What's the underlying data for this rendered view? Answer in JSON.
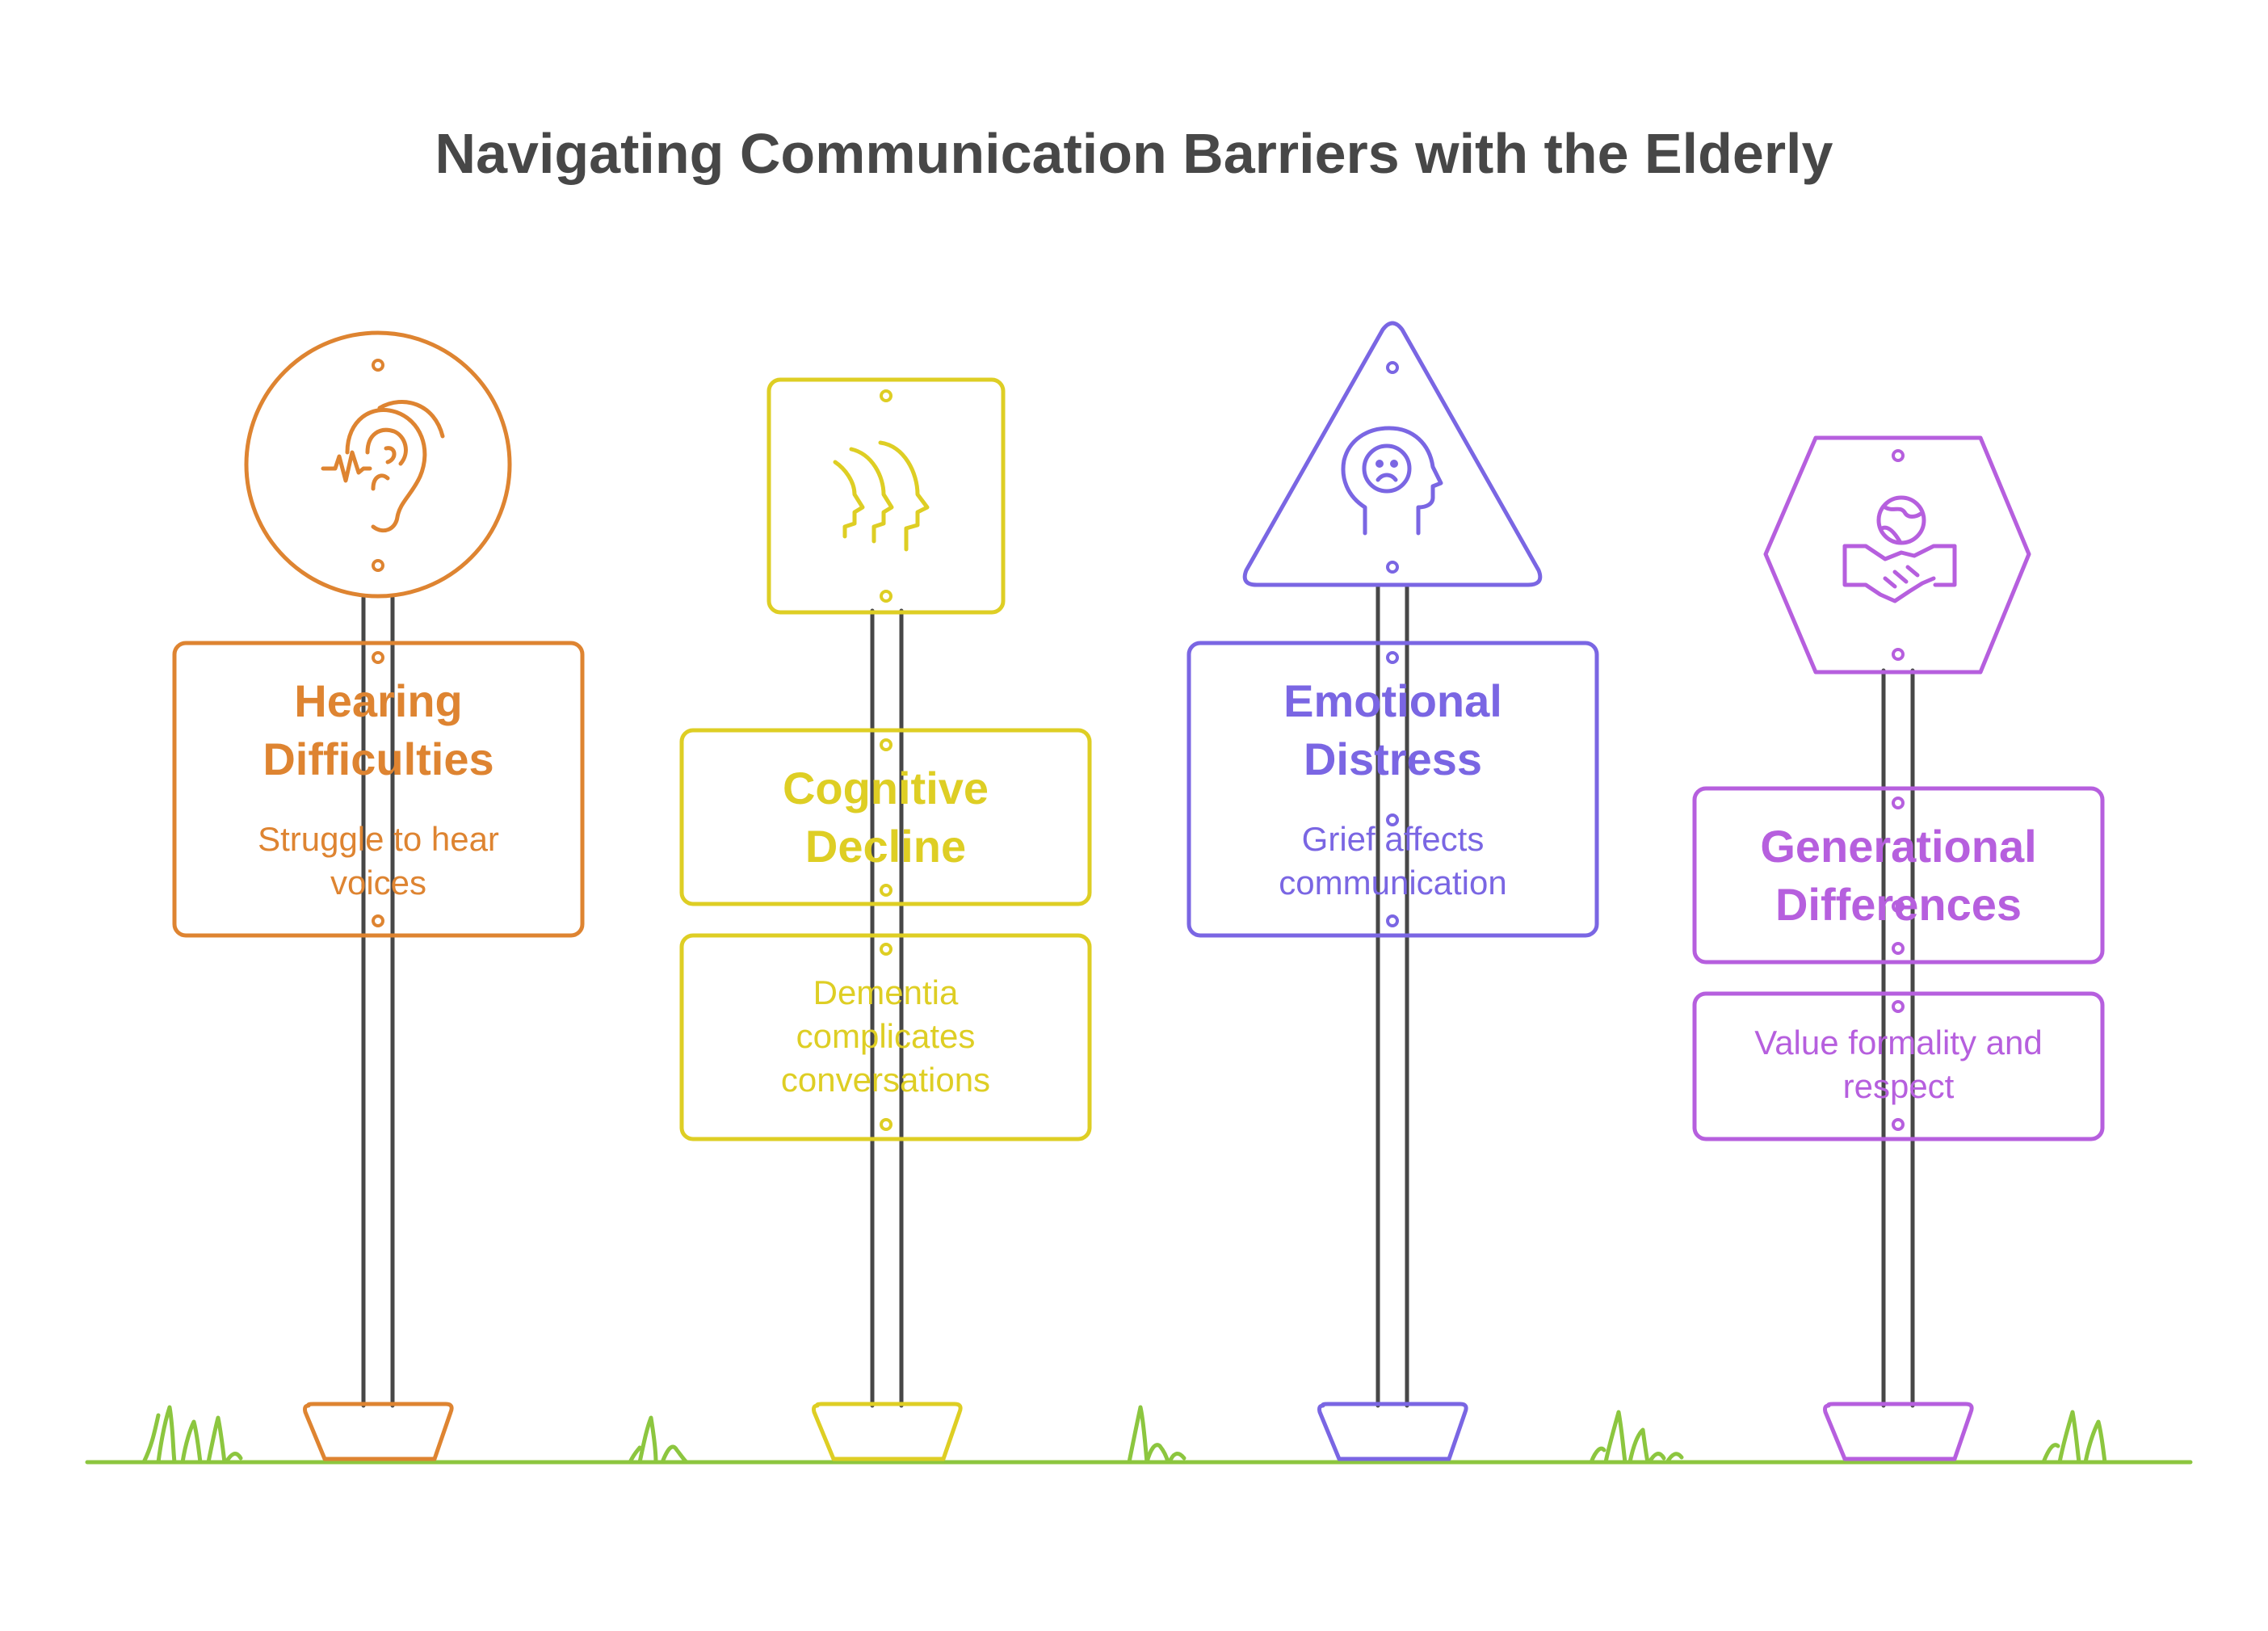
{
  "title": "Navigating Communication Barriers with the Elderly",
  "colors": {
    "orange": "#DE8431",
    "yellow": "#DECE24",
    "indigo": "#7A66E3",
    "violet": "#B65FDE",
    "pole": "#474747",
    "grass": "#8CC63F"
  },
  "signs": [
    {
      "heading_line1": "Hearing",
      "heading_line2": "Difficulties",
      "desc_line1": "Struggle to hear",
      "desc_line2": "voices",
      "icon": "ear-icon",
      "shape": "circle"
    },
    {
      "heading_line1": "Cognitive",
      "heading_line2": "Decline",
      "desc_line1": "Dementia",
      "desc_line2": "complicates",
      "desc_line3": "conversations",
      "icon": "heads-profile-icon",
      "shape": "square"
    },
    {
      "heading_line1": "Emotional",
      "heading_line2": "Distress",
      "desc_line1": "Grief affects",
      "desc_line2": "communication",
      "icon": "sad-head-icon",
      "shape": "triangle"
    },
    {
      "heading_line1": "Generational",
      "heading_line2": "Differences",
      "desc_line1": "Value formality and",
      "desc_line2": "respect",
      "icon": "handshake-globe-icon",
      "shape": "hexagon"
    }
  ]
}
